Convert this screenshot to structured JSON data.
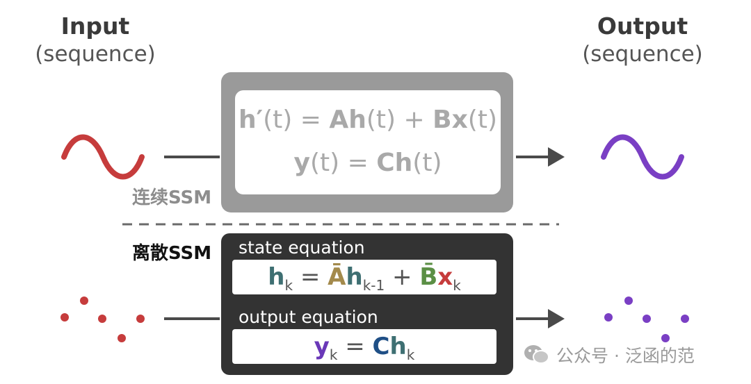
{
  "input": {
    "title": "Input",
    "subtitle": "(sequence)"
  },
  "output": {
    "title": "Output",
    "subtitle": "(sequence)"
  },
  "continuous": {
    "label": "连续SSM",
    "eq1": {
      "a": "h′",
      "b": "(t) = ",
      "c": "Ah",
      "d": "(t) + ",
      "e": "Bx",
      "f": "(t)"
    },
    "eq2": {
      "a": "y",
      "b": "(t) = ",
      "c": "Ch",
      "d": "(t)"
    }
  },
  "discrete": {
    "label": "离散SSM",
    "state_label": "state equation",
    "output_label": "output equation",
    "state_eq": {
      "h": "h",
      "k": "k",
      "eq": " = ",
      "A": "Ā",
      "h2": "h",
      "km1": "k-1",
      "plus": " + ",
      "B": "B̄",
      "x": "x",
      "k2": "k"
    },
    "output_eq": {
      "y": "y",
      "k": "k",
      "eq": " = ",
      "C": "C",
      "h": "h",
      "k2": "k"
    }
  },
  "watermark": {
    "text": "公众号 · 泛函的范"
  },
  "colors": {
    "input_red": "#c63c3c",
    "output_purple": "#7a3fc4",
    "h_teal": "#3e6f72",
    "A_gold": "#a38a4c",
    "B_green": "#5b8f45",
    "x_red": "#c63c3c",
    "y_purple": "#6a38b8",
    "C_navy": "#1f4f86"
  },
  "icons": [
    "wave-icon",
    "arrow-icon",
    "wechat-icon"
  ]
}
